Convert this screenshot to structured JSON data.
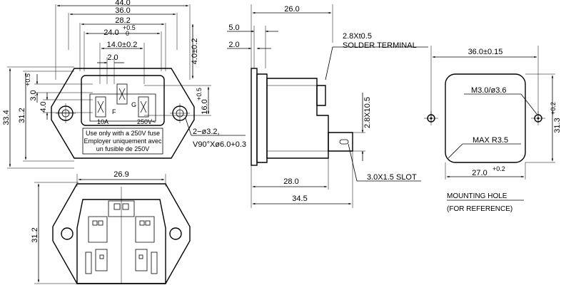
{
  "drawing": {
    "front_view": {
      "dims": {
        "d44": "44.0",
        "d36": "36.0",
        "d28": "28.2",
        "d24": "24.0",
        "d24_tol": "+0.5",
        "d24_tol2": "0",
        "d14": "14.0±0.2",
        "d2": "2.0",
        "d33": "33.4",
        "d31": "31.2",
        "d3": "3.0",
        "d3_tol": "+0.5",
        "d3_tol2": "0",
        "d4": "4.0",
        "d4r": "4.0±0.2",
        "d16": "16.0",
        "d16_tol": "+0.5",
        "d16_tol2": "0",
        "hole": "2−ø3.2,",
        "csk": "V90°Xø6.0+0.3"
      },
      "rating_current": "10A",
      "rating_voltage": "250V~",
      "fuse_label": "F",
      "ground_label": "G",
      "fuse_text": [
        "Use only with a 250V fuse",
        "Employer uniquement avec",
        "un fusible de 250V"
      ]
    },
    "side_view": {
      "dims": {
        "d26": "26.0",
        "d5": "5.0",
        "d2": "2.0",
        "d28": "28.0",
        "d345": "34.5",
        "d28t": "2.8X10.5"
      },
      "terminal_label_1": "2.8Xt0.5",
      "terminal_label_2": "SOLDER TERMINAL",
      "slot_label": "3.0X1.5 SLOT"
    },
    "mounting_hole": {
      "dims": {
        "d36": "36.0±0.15",
        "d27": "27.0",
        "d27_tol": "+0.2",
        "d27_tol2": "0",
        "d31": "31.3",
        "d31_tol": "+0.2",
        "d31_tol2": "0"
      },
      "screw_label": "M3.0/ø3.6",
      "radius_label": "MAX R3.5",
      "caption_1": "MOUNTING HOLE",
      "caption_2": "(FOR REFERENCE)"
    },
    "rear_view": {
      "dims": {
        "d269": "26.9",
        "d312": "31.2"
      }
    }
  }
}
